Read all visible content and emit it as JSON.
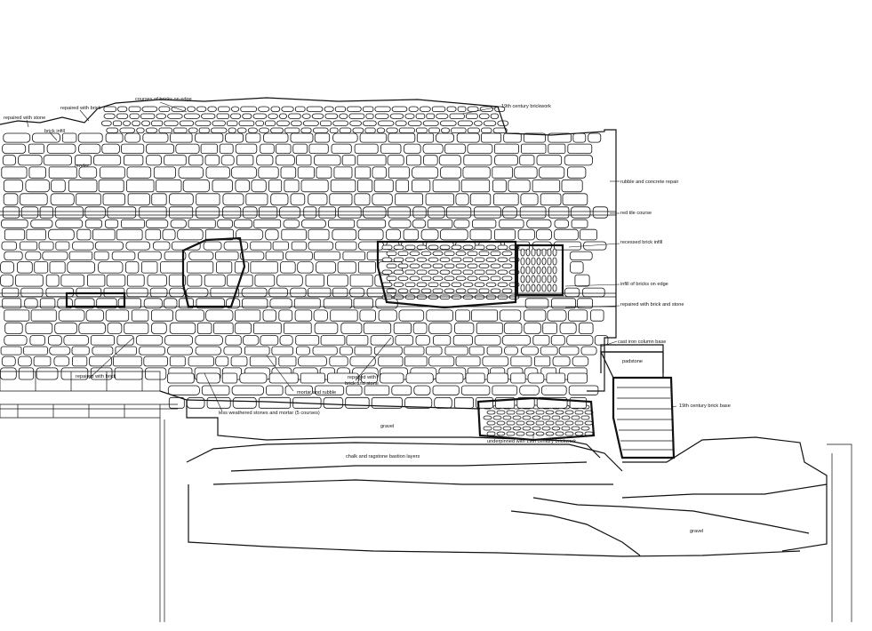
{
  "annotations": {
    "repaired_with_stone": "repaired with stone",
    "repaired_with_brick_top": "repaired with brick",
    "courses_of_bricks_on_edge": "courses of bricks on edge",
    "nineteenth_century_brickwork": "19th century brickwork",
    "brick_infill": "brick infill",
    "render": "render",
    "rubble_and_concrete_repair": "rubble and concrete repair",
    "red_tile_course": "red tile course",
    "recessed_brick_infill": "recessed brick infill",
    "infill_of_bricks_on_edge": "infill of bricks on edge",
    "repaired_with_brick_and_stone_right": "repaired with brick and stone",
    "cast_iron_column_base": "cast iron column base",
    "padstone": "padstone",
    "nineteenth_century_brick_base": "19th century brick base",
    "repaired_with_brick_bottom": "repaired with brick",
    "mortar_and_rubble": "mortar and rubble",
    "repaired_with_brick_and_stone_mid_1": "repaired with",
    "repaired_with_brick_and_stone_mid_2": "brick and stone",
    "less_weathered_stones": "less weathered stones and mortar (5 courses)",
    "gravel_upper": "gravel",
    "underpinned": "underpinned with 19th century brickwork",
    "chalk_and_ragstone": "chalk and ragstone bastion layers",
    "gravel_lower": "gravel"
  }
}
